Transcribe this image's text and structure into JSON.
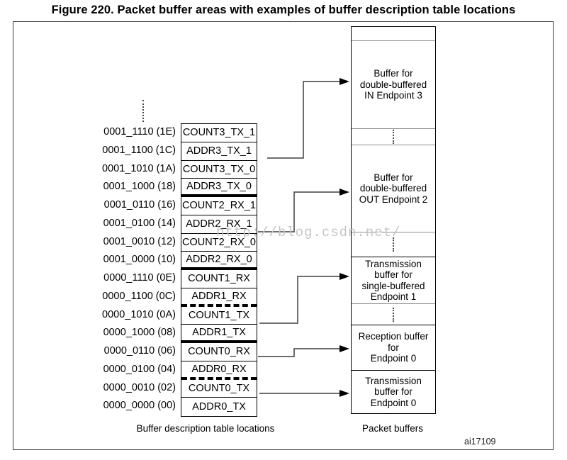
{
  "figure": {
    "title": "Figure 220. Packet buffer areas with examples of buffer description table locations",
    "figure_id": "ai17109",
    "watermark": "http://blog.csdn.net/",
    "line_color": "#000000",
    "background_color": "#ffffff"
  },
  "bdt": {
    "caption": "Buffer description table locations",
    "rows": [
      {
        "addr": "0001_1110 (1E)",
        "reg": "COUNT3_TX_1"
      },
      {
        "addr": "0001_1100 (1C)",
        "reg": "ADDR3_TX_1"
      },
      {
        "addr": "0001_1010 (1A)",
        "reg": "COUNT3_TX_0"
      },
      {
        "addr": "0001_1000 (18)",
        "reg": "ADDR3_TX_0"
      },
      {
        "addr": "0001_0110 (16)",
        "reg": "COUNT2_RX_1"
      },
      {
        "addr": "0001_0100 (14)",
        "reg": "ADDR2_RX_1"
      },
      {
        "addr": "0001_0010 (12)",
        "reg": "COUNT2_RX_0"
      },
      {
        "addr": "0001_0000 (10)",
        "reg": "ADDR2_RX_0"
      },
      {
        "addr": "0000_1110 (0E)",
        "reg": "COUNT1_RX"
      },
      {
        "addr": "0000_1100 (0C)",
        "reg": "ADDR1_RX"
      },
      {
        "addr": "0000_1010 (0A)",
        "reg": "COUNT1_TX"
      },
      {
        "addr": "0000_1000 (08)",
        "reg": "ADDR1_TX"
      },
      {
        "addr": "0000_0110 (06)",
        "reg": "COUNT0_RX"
      },
      {
        "addr": "0000_0100 (04)",
        "reg": "ADDR0_RX"
      },
      {
        "addr": "0000_0010 (02)",
        "reg": "COUNT0_TX"
      },
      {
        "addr": "0000_0000 (00)",
        "reg": "ADDR0_TX"
      }
    ]
  },
  "buffers": {
    "caption": "Packet buffers",
    "cells": [
      {
        "label": ""
      },
      {
        "label": "Buffer for\ndouble-buffered\nIN Endpoint 3"
      },
      {
        "label": "Buffer for\ndouble-buffered\nOUT Endpoint 2"
      },
      {
        "label": "Transmission\nbuffer for\nsingle-buffered\nEndpoint 1"
      },
      {
        "label": "Reception buffer\nfor\nEndpoint 0"
      },
      {
        "label": "Transmission\nbuffer for\nEndpoint 0"
      }
    ]
  }
}
